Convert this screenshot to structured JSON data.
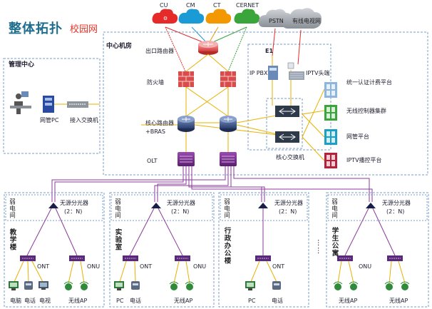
{
  "header": {
    "title": "整体拓扑",
    "subtitle": "校园网"
  },
  "isps": [
    "CU",
    "CM",
    "CT",
    "CERNET"
  ],
  "clouds": {
    "pstn": "PSTN",
    "cable": "有线电视网"
  },
  "core_room": {
    "title": "中心机房",
    "egress_router": "出口路由器",
    "firewall": "防火墙",
    "core_router_line1": "核心路由器",
    "core_router_line2": "+BRAS",
    "olt": "OLT",
    "e1": "E1",
    "ip_pbx": "IP PBX",
    "iptv_head": "IPTV头端",
    "core_switch": "核心交换机",
    "platforms": [
      "统一认证计费平台",
      "无线控制器集群",
      "网管平台",
      "IPTV播控平台"
    ]
  },
  "management": {
    "title": "管理中心",
    "pc": "网管PC",
    "access_switch": "接入交换机"
  },
  "buildings": {
    "closet": "弱电间",
    "splitter_line1": "无源分光器",
    "splitter_line2": "(2：N)",
    "ont": "ONT",
    "onu": "ONU",
    "ellipsis": "……",
    "teaching": {
      "name": "教学楼",
      "devices": [
        "电脑",
        "电话",
        "电视"
      ],
      "ap": "无线AP"
    },
    "lab": {
      "name": "实验室",
      "devices": [
        "PC",
        "电话"
      ],
      "ap": "无线AP"
    },
    "admin": {
      "name": "行政办公楼",
      "devices": [
        "PC",
        "电话"
      ]
    },
    "dorm": {
      "name": "学生公寓",
      "ap1": "无线AP",
      "ap2": "无线AP"
    }
  },
  "colors": {
    "cu": "#e62a2a",
    "cm": "#1a9bd6",
    "ct": "#f39800",
    "cernet": "#3aa53a",
    "fiber": "#8b3a9b",
    "eth": "#e8b100",
    "dashed": "#7a9cc8"
  }
}
